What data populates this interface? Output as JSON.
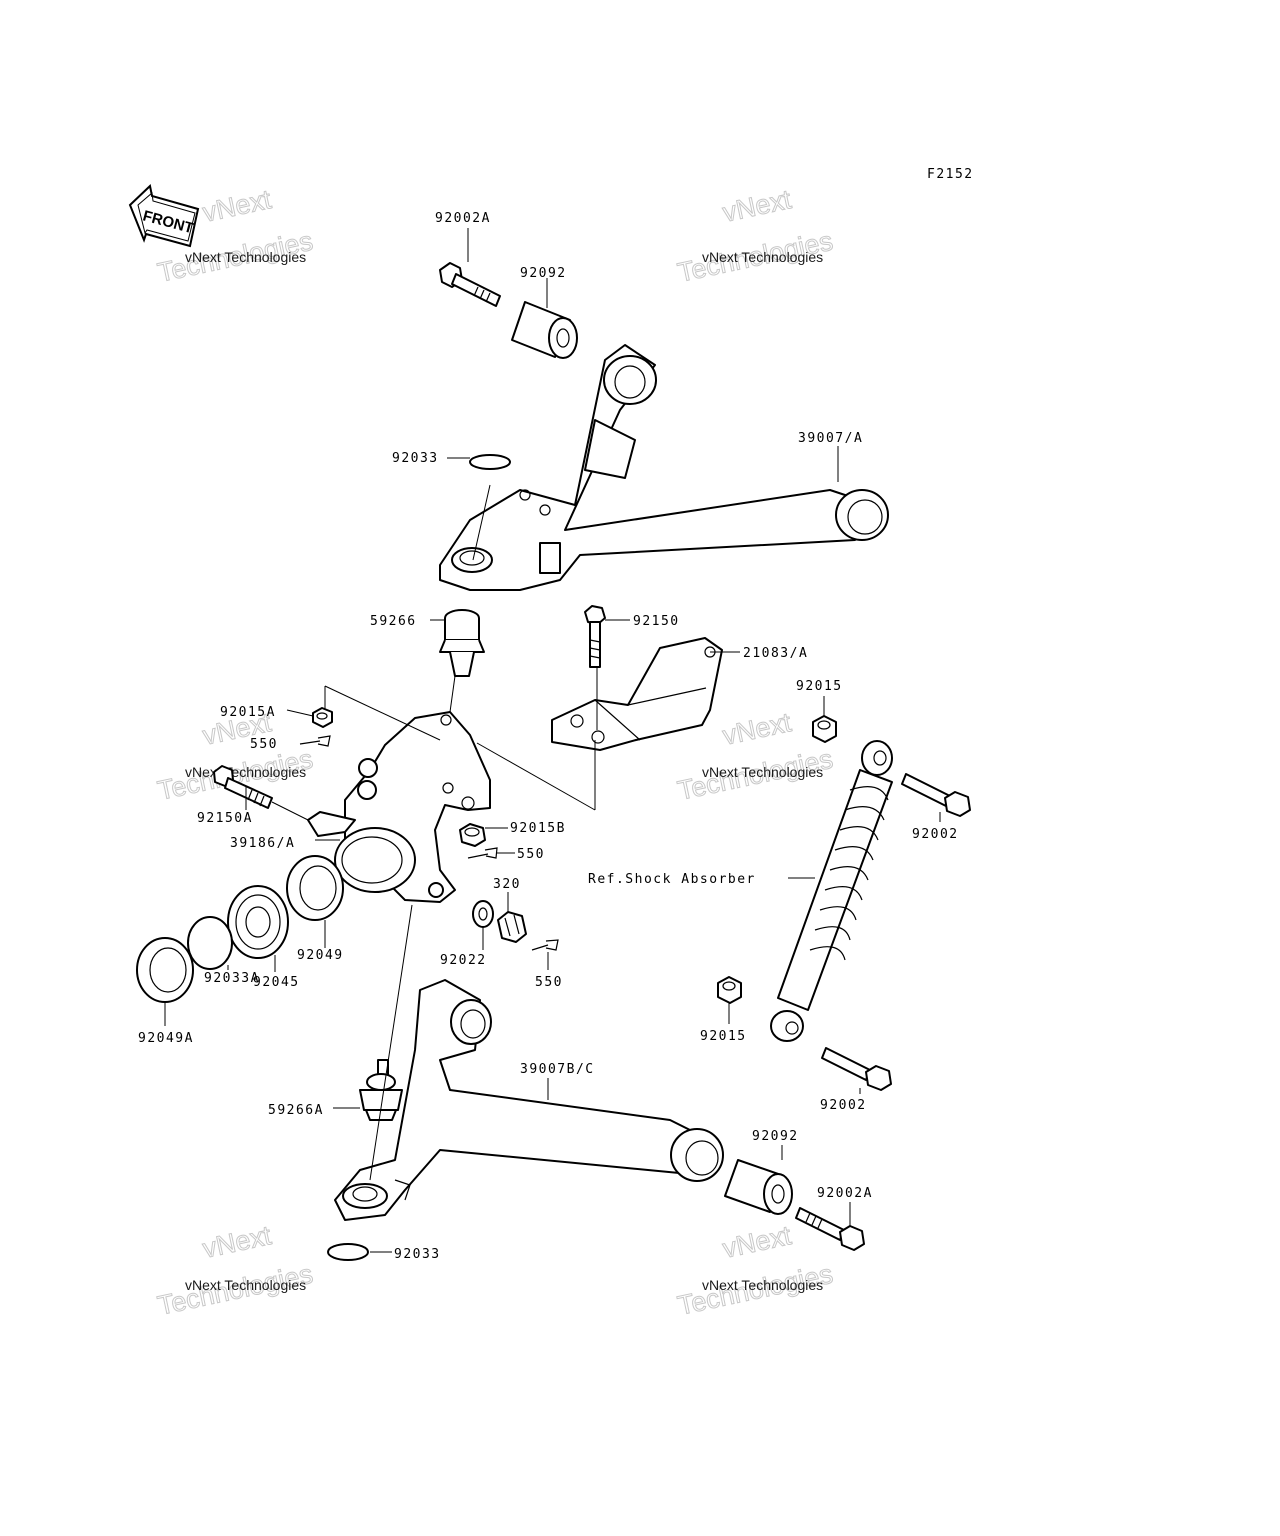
{
  "figure_code": "F2152",
  "front_arrow_label": "FRONT",
  "watermark": {
    "small_text": "vNext Technologies",
    "big_line1": "vNext",
    "big_line2": "Technologies"
  },
  "labels": [
    {
      "id": "l92002A_top",
      "text": "92002A"
    },
    {
      "id": "l92092_top",
      "text": "92092"
    },
    {
      "id": "l92033_top",
      "text": "92033"
    },
    {
      "id": "l39007A",
      "text": "39007/A"
    },
    {
      "id": "l59266",
      "text": "59266"
    },
    {
      "id": "l92150",
      "text": "92150"
    },
    {
      "id": "l21083A",
      "text": "21083/A"
    },
    {
      "id": "l92015_top",
      "text": "92015"
    },
    {
      "id": "l92015A",
      "text": "92015A"
    },
    {
      "id": "l550_a",
      "text": "550"
    },
    {
      "id": "l92150A",
      "text": "92150A"
    },
    {
      "id": "l39186A",
      "text": "39186/A"
    },
    {
      "id": "l92015B",
      "text": "92015B"
    },
    {
      "id": "l550_b",
      "text": "550"
    },
    {
      "id": "l320",
      "text": "320"
    },
    {
      "id": "lRefShock",
      "text": "Ref.Shock Absorber"
    },
    {
      "id": "l92002_right",
      "text": "92002"
    },
    {
      "id": "l92049",
      "text": "92049"
    },
    {
      "id": "l92045",
      "text": "92045"
    },
    {
      "id": "l92022",
      "text": "92022"
    },
    {
      "id": "l550_c",
      "text": "550"
    },
    {
      "id": "l92033A",
      "text": "92033A"
    },
    {
      "id": "l92049A",
      "text": "92049A"
    },
    {
      "id": "l92015_mid",
      "text": "92015"
    },
    {
      "id": "l39007BC",
      "text": "39007B/C"
    },
    {
      "id": "l92002_low",
      "text": "92002"
    },
    {
      "id": "l59266A",
      "text": "59266A"
    },
    {
      "id": "l92092_low",
      "text": "92092"
    },
    {
      "id": "l92002A_low",
      "text": "92002A"
    },
    {
      "id": "l92033_low",
      "text": "92033"
    }
  ]
}
